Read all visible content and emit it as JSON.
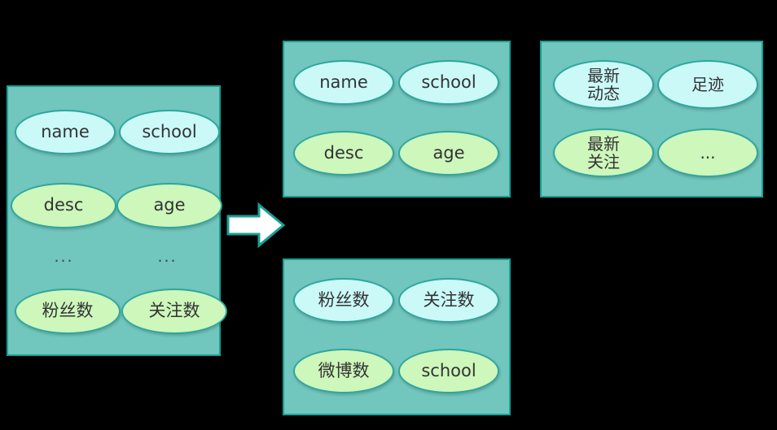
{
  "diagram": {
    "title": "entity-attribute-split-diagram",
    "colors": {
      "box_fill": "#71c6be",
      "box_border": "#18a095",
      "node_blue": "#caf9f8",
      "node_green": "#cdf7bb",
      "node_border": "#2fa79d",
      "arrow_fill": "#ffffff",
      "arrow_border": "#18a095",
      "background": "#000000",
      "text": "#333333"
    },
    "arrow": {
      "name": "right-arrow",
      "direction": "right"
    },
    "boxes": [
      {
        "id": "source-entity",
        "nodes": [
          {
            "label": "name",
            "color": "blue"
          },
          {
            "label": "school",
            "color": "blue"
          },
          {
            "label": "desc",
            "color": "green"
          },
          {
            "label": "age",
            "color": "green"
          },
          {
            "label": "粉丝数",
            "color": "green"
          },
          {
            "label": "关注数",
            "color": "green"
          }
        ],
        "dots": [
          "...",
          "..."
        ]
      },
      {
        "id": "split-group-1",
        "nodes": [
          {
            "label": "name",
            "color": "blue"
          },
          {
            "label": "school",
            "color": "blue"
          },
          {
            "label": "desc",
            "color": "green"
          },
          {
            "label": "age",
            "color": "green"
          }
        ]
      },
      {
        "id": "split-group-2",
        "nodes": [
          {
            "label": "最新\n动态",
            "color": "blue"
          },
          {
            "label": "足迹",
            "color": "blue"
          },
          {
            "label": "最新\n关注",
            "color": "green"
          },
          {
            "label": "...",
            "color": "green"
          }
        ]
      },
      {
        "id": "split-group-3",
        "nodes": [
          {
            "label": "粉丝数",
            "color": "blue"
          },
          {
            "label": "关注数",
            "color": "blue"
          },
          {
            "label": "微博数",
            "color": "green"
          },
          {
            "label": "school",
            "color": "green"
          }
        ]
      }
    ]
  }
}
